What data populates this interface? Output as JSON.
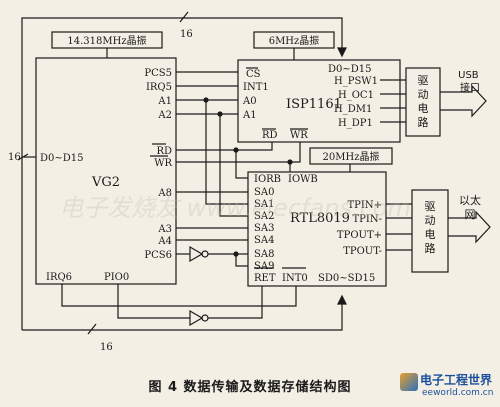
{
  "diagram": {
    "top_bus_label": "16",
    "left_bus_label": "16",
    "bottom_bus_label": "16",
    "crystal_14": "14.318MHz晶振",
    "crystal_6": "6MHz晶振",
    "crystal_20": "20MHz晶振",
    "vg2": {
      "name": "VG2",
      "data_bus": "D0~D15",
      "pcs5": "PCS5",
      "irq5": "IRQ5",
      "a1": "A1",
      "a2": "A2",
      "rd": "RD",
      "wr": "WR",
      "a8": "A8",
      "a3": "A3",
      "a4": "A4",
      "pcs6": "PCS6",
      "irq6": "IRQ6",
      "pio0": "PIO0"
    },
    "isp1161": {
      "name": "ISP1161",
      "cs": "CS",
      "int1": "INT1",
      "a0": "A0",
      "a1": "A1",
      "rd": "RD",
      "wr": "WR",
      "d0d15": "D0~D15",
      "h_psw1": "H_PSW1",
      "h_oc1": "H_OC1",
      "h_dm1": "H_DM1",
      "h_dp1": "H_DP1"
    },
    "rtl8019": {
      "name": "RTL8019",
      "iorb": "IORB",
      "iowb": "IOWB",
      "sa0": "SA0",
      "sa1": "SA1",
      "sa2": "SA2",
      "sa3": "SA3",
      "sa4": "SA4",
      "sa8": "SA8",
      "sa9": "SA9",
      "ret": "RET",
      "int0": "INT0",
      "sd": "SD0~SD15",
      "tpin_p": "TPIN+",
      "tpin_m": "TPIN-",
      "tpout_p": "TPOUT+",
      "tpout_m": "TPOUT-"
    },
    "driver_usb": "驱动电路",
    "driver_eth": "驱动电路",
    "usb_label": "USB接口",
    "eth_label": "以太网"
  },
  "caption": "图 4   数据传输及数据存储结构图",
  "watermark": "电子发烧友 www.elecfans.com",
  "logo": {
    "title": "电子工程世界",
    "url": "eeworld.com.cn"
  }
}
